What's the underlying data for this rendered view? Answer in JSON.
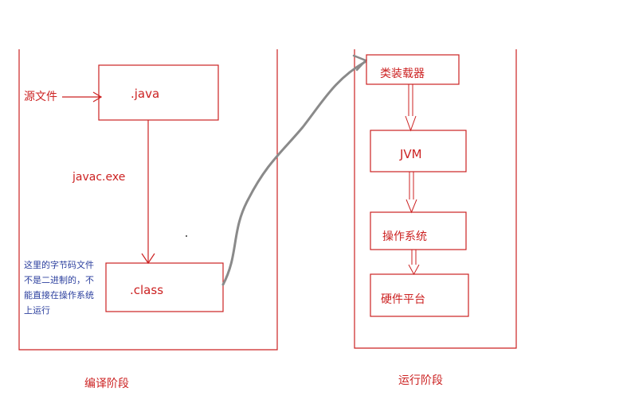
{
  "compile": {
    "source_label": "源文件",
    "java_label": ".java",
    "javac_label": "javac.exe",
    "class_label": ".class",
    "note": "这里的字节码文件不是二进制的，不能直接在操作系统上运行",
    "stage_label": "编译阶段"
  },
  "runtime": {
    "classloader_label": "类装载器",
    "jvm_label": "JVM",
    "os_label": "操作系统",
    "hardware_label": "硬件平台",
    "stage_label": "运行阶段"
  },
  "colors": {
    "red": "#cc2222",
    "note_blue": "#2b3f9e",
    "curve_gray": "#8a8a8a"
  }
}
